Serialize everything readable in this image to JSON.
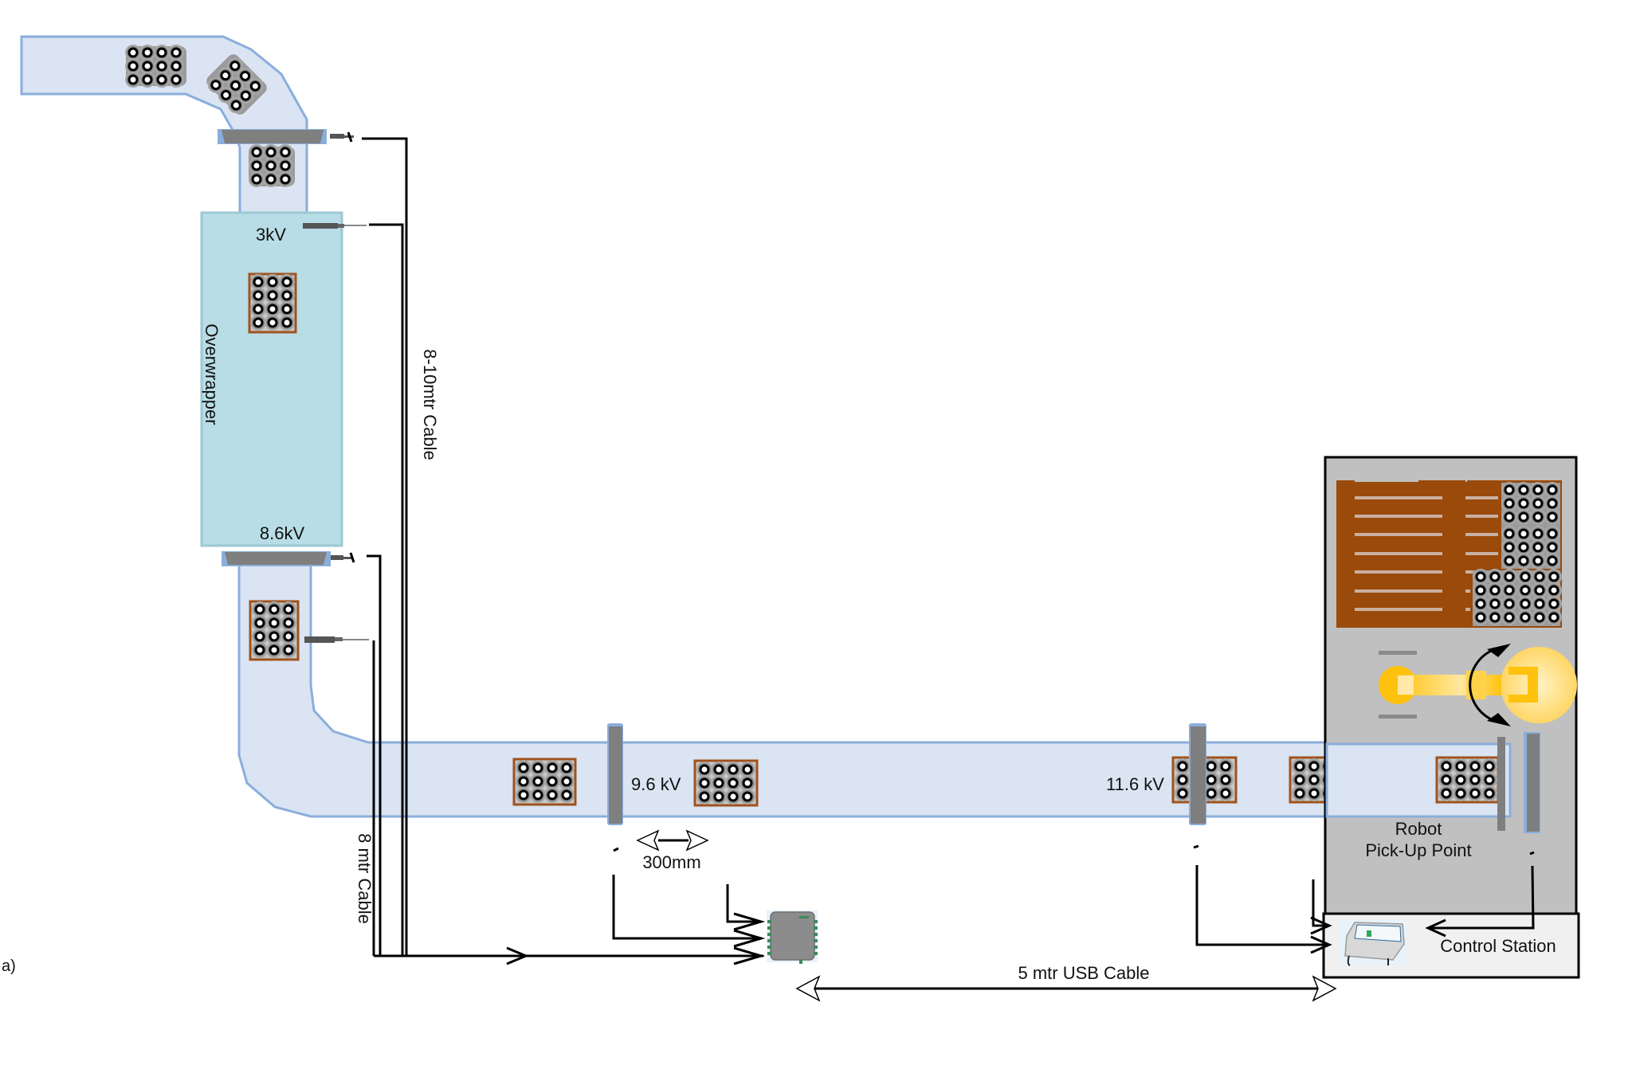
{
  "figure_label": "a)",
  "labels": {
    "overwrapper": "Overwrapper",
    "voltage_3kv": "3kV",
    "voltage_8_6kv": "8.6kV",
    "voltage_9_6kv": "9.6 kV",
    "voltage_11_6kv": "11.6 kV",
    "cable_8_10m": "8-10mtr Cable",
    "cable_8m": "8 mtr Cable",
    "distance_300mm": "300mm",
    "usb_cable": "5 mtr USB Cable",
    "robot_line1": "Robot",
    "robot_line2": "Pick-Up Point",
    "control_station": "Control Station"
  },
  "colors": {
    "conveyor_fill": "#dae4f2",
    "conveyor_stroke": "#8aaedc",
    "overwrapper_fill": "#b8dde6",
    "station_fill": "#c0c0c0",
    "control_fill": "#f0f0f0",
    "pallet": "#9a4a0a",
    "robot_yellow": "#ffc20e",
    "sensor_bar": "#7f7f7f",
    "pack_border": "#a0521c"
  },
  "components": {
    "sensors": [
      {
        "name": "sensor-top-bar",
        "position": "after top bend"
      },
      {
        "name": "sensor-overwrapper-in",
        "voltage": "3kV"
      },
      {
        "name": "sensor-overwrapper-out",
        "voltage": "8.6kV"
      },
      {
        "name": "sensor-bar-1",
        "voltage": "9.6 kV"
      },
      {
        "name": "sensor-bar-2",
        "voltage": "11.6 kV"
      }
    ],
    "devices": [
      "field-module",
      "control-station-panel",
      "robot-arm",
      "pallet"
    ]
  }
}
